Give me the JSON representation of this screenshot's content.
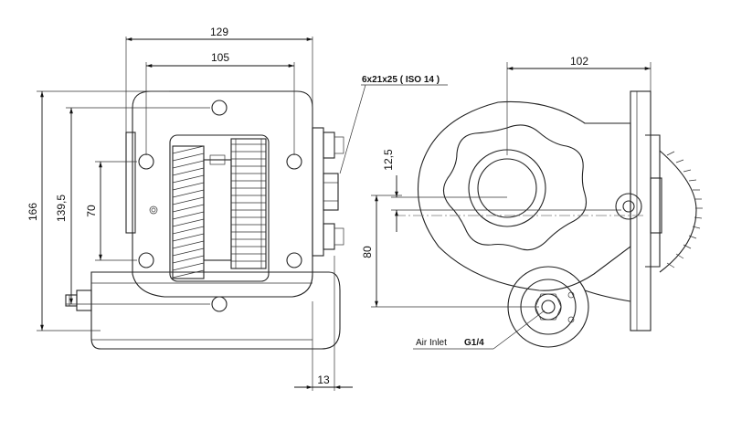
{
  "dimensions": {
    "overall_width": "129",
    "hole_spacing_h": "105",
    "overall_height": "166",
    "flange_height": "139,5",
    "inner_height": "70",
    "shaft_offset_h": "102",
    "shaft_offset_v_small": "12,5",
    "shaft_offset_v": "80",
    "flange_thickness": "13"
  },
  "annotations": {
    "shaft_spec": "6x21x25 ( ISO 14 )",
    "air_inlet_label": "Air Inlet",
    "air_inlet_thread": "G1/4"
  }
}
